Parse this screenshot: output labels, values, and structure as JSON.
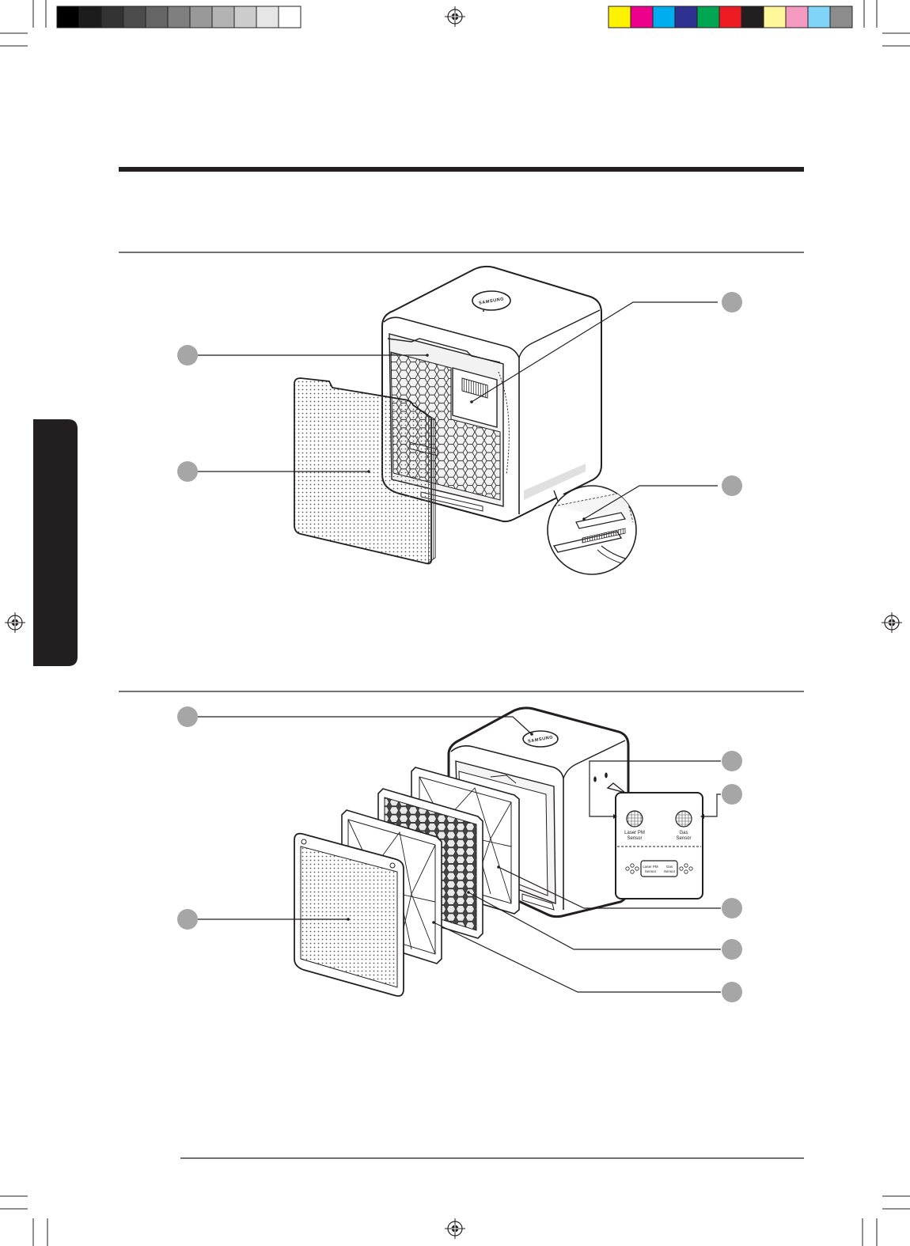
{
  "printer_marks": {
    "grayscale_swatches": [
      "#000000",
      "#1c1c1c",
      "#333333",
      "#4c4c4c",
      "#666666",
      "#7f7f7f",
      "#999999",
      "#b3b3b3",
      "#cccccc",
      "#e6e6e6",
      "#ffffff"
    ],
    "color_swatches": [
      "#fff200",
      "#ec008c",
      "#00aeef",
      "#2e3192",
      "#00a651",
      "#ed1c24",
      "#231f20",
      "#fff799",
      "#f49ac1",
      "#7fd4f7",
      "#8c8c8c"
    ]
  },
  "colors": {
    "ink": "#231f20",
    "callout_dot": "#a6a6a6",
    "side_tab": "#231f20"
  },
  "product": {
    "logo_text": "SAMSUNG"
  },
  "sensors": {
    "laser_pm_label_1": "Laser PM",
    "laser_pm_label_2": "Sensor",
    "gas_label_1": "Gas",
    "gas_label_2": "Sensor",
    "small_laser_pm": "Laser PM",
    "small_laser_sensor": "Sensor",
    "small_gas": "Gas",
    "small_gas_sensor": "Sensor"
  }
}
